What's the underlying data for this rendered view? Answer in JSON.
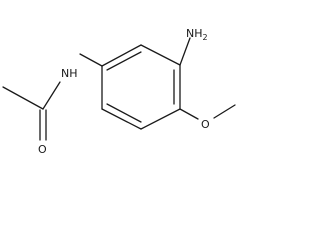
{
  "molecule": {
    "atoms": {
      "amine": {
        "symbol": "NH",
        "subscript": "2"
      },
      "amide_nitrogen": {
        "symbol": "NH"
      },
      "methoxy_oxygen": {
        "symbol": "O"
      },
      "carbonyl_oxygen": {
        "symbol": "O"
      }
    }
  }
}
